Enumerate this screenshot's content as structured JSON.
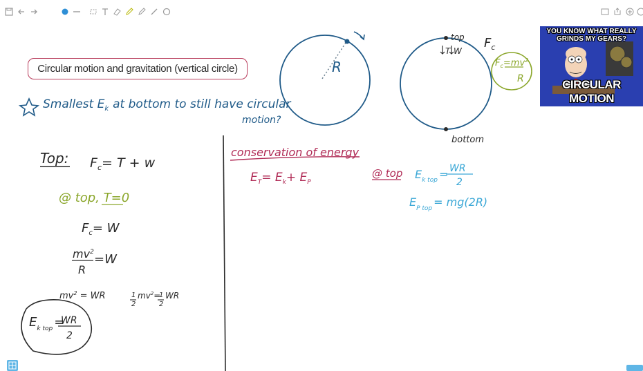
{
  "toolbar": {
    "left_tools": [
      "save-icon",
      "undo-icon",
      "redo-icon",
      "color-dot-icon",
      "line-width-icon",
      "lasso-icon",
      "text-icon",
      "eraser-icon",
      "pencil-icon",
      "pen-icon",
      "highlighter-icon",
      "shape-icon"
    ],
    "right_tools": [
      "fit-page-icon",
      "export-icon",
      "add-icon",
      "more-icon"
    ]
  },
  "note": {
    "title": "Circular motion and gravitation (vertical circle)",
    "prompt": "Smallest E",
    "prompt_sub": "k",
    "prompt_rest": "at bottom to still have circular",
    "prompt_line2": "motion?",
    "top_heading": "Top:",
    "top_equation": "F",
    "top_eq_sub": "c",
    "top_eq_rest": "= T + w",
    "at_top": "@ top, T=0",
    "eq_fc_w": "F",
    "eq_fc_w_sub": "c",
    "eq_fc_w_rest": "= W",
    "eq_mv2": "mv",
    "eq_mv2_sup": "2",
    "eq_R": "R",
    "eq_equals_w": "=W",
    "eq_mv2_wr": "mv",
    "eq_mv2_wr_sup": "2",
    "eq_mv2_wr_rest": " = WR",
    "eq_half_left": "1",
    "eq_half_den": "2",
    "eq_half_mid": "mv",
    "eq_half_sup": "2",
    "eq_half_right": "=",
    "eq_half_wr": "1",
    "eq_half_wr_den": "2",
    "eq_half_wr_rest": "WR",
    "ek_top": "E",
    "ek_top_sub": "k top",
    "ek_top_num": "WR",
    "ek_top_den": "2",
    "conservation": "conservation of energy",
    "et_eq": "E",
    "et_eq_sub": "T",
    "et_eq_rest": "= E",
    "et_eq_sub2": "k",
    "et_eq_rest2": "+ E",
    "et_eq_sub3": "P",
    "at_top_label": "@ top",
    "ektop_label": "E",
    "ektop_sub": "k top",
    "ektop_num": "WR",
    "ektop_den": "2",
    "eptop_label": "E",
    "eptop_sub": "P top",
    "eptop_eq": "= mg(2R)",
    "circle1_r": "R",
    "circle2_top": "top",
    "circle2_forces": "T",
    "circle2_w": "W",
    "circle2_bottom": "bottom",
    "fc_label": "F",
    "fc_sub": "c",
    "fc_bubble": "F",
    "fc_bubble_sub": "c",
    "fc_bubble_num": "mv",
    "fc_bubble_sup": "2",
    "fc_bubble_den": "R"
  },
  "meme": {
    "top_text_1": "YOU KNOW WHAT REALLY",
    "top_text_2": "GRINDS MY GEARS?",
    "bottom_text": "CIRCULAR MOTION"
  },
  "colors": {
    "ink_dark": "#2a2a2a",
    "ink_blue": "#1f5a88",
    "ink_green": "#8aa62a",
    "ink_magenta": "#b02a55",
    "ink_cyan": "#3aa7d6",
    "title_border": "#b83a5a",
    "meme_bg": "#2a3fb0",
    "corner_btn": "#5fb6e6"
  }
}
